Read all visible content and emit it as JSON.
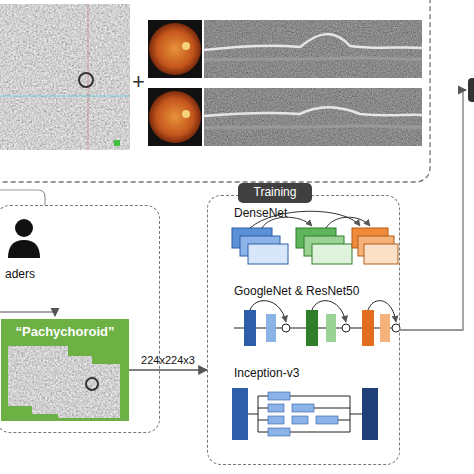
{
  "diagram": {
    "nodes": [
      {
        "text": [
          "aders"
        ]
      },
      {
        "text": [
          "“Pachychoroid”"
        ],
        "in": 0
      },
      {
        "text": [
          "Training"
        ]
      }
    ],
    "edges": [
      {
        "from": 1,
        "to": 2,
        "label": "224x224x3",
        "arrow": "to"
      }
    ],
    "labels": [
      "+",
      "DenseNet",
      "GoogleNet & ResNet50",
      "Inception-v3"
    ]
  }
}
